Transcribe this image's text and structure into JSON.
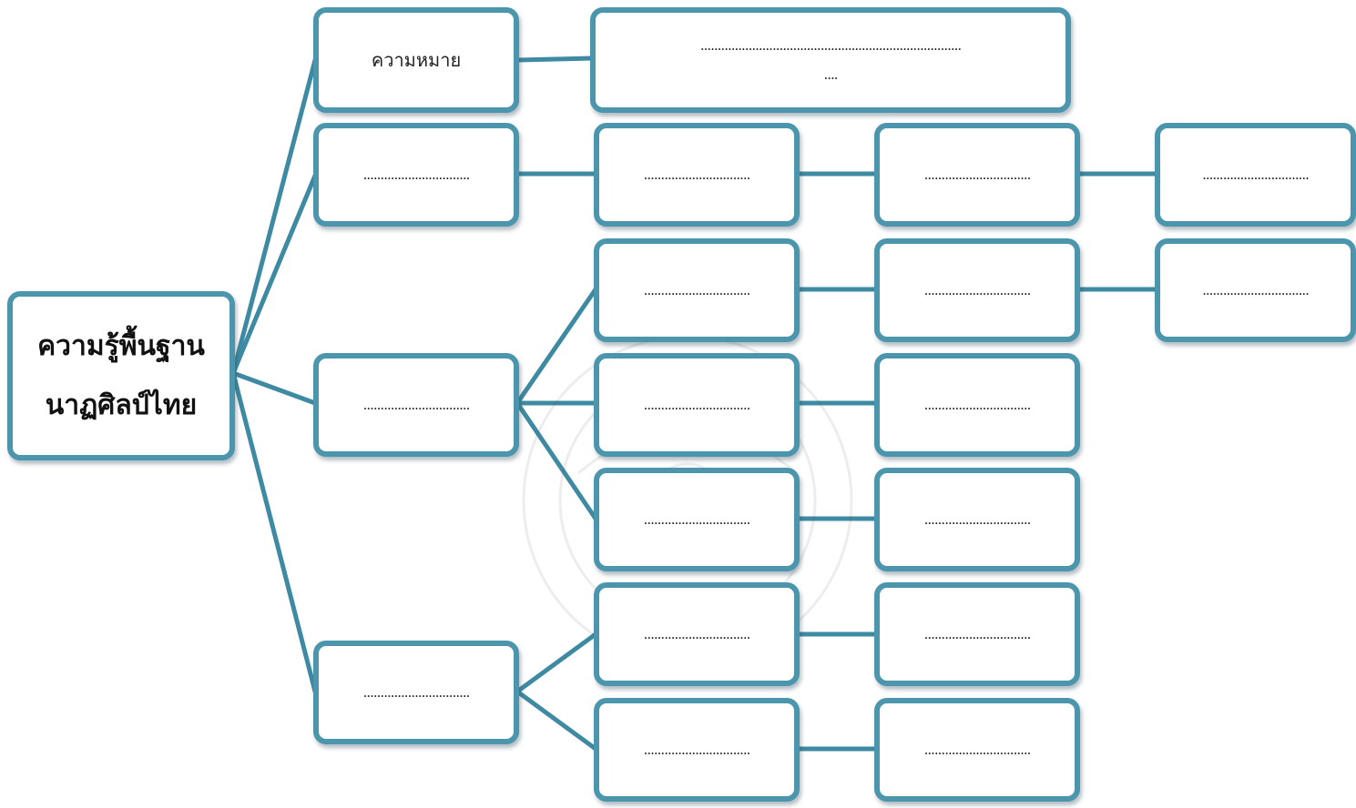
{
  "root": {
    "line1": "ความรู้พื้นฐาน",
    "line2": "นาฏศิลป์ไทย"
  },
  "meaning": {
    "label": "ความหมาย",
    "answer_line1": "............................................................................",
    "answer_line2": "...."
  },
  "placeholder": "...............................",
  "colors": {
    "border": "#4b95ad",
    "connector": "#3f8aa3"
  }
}
